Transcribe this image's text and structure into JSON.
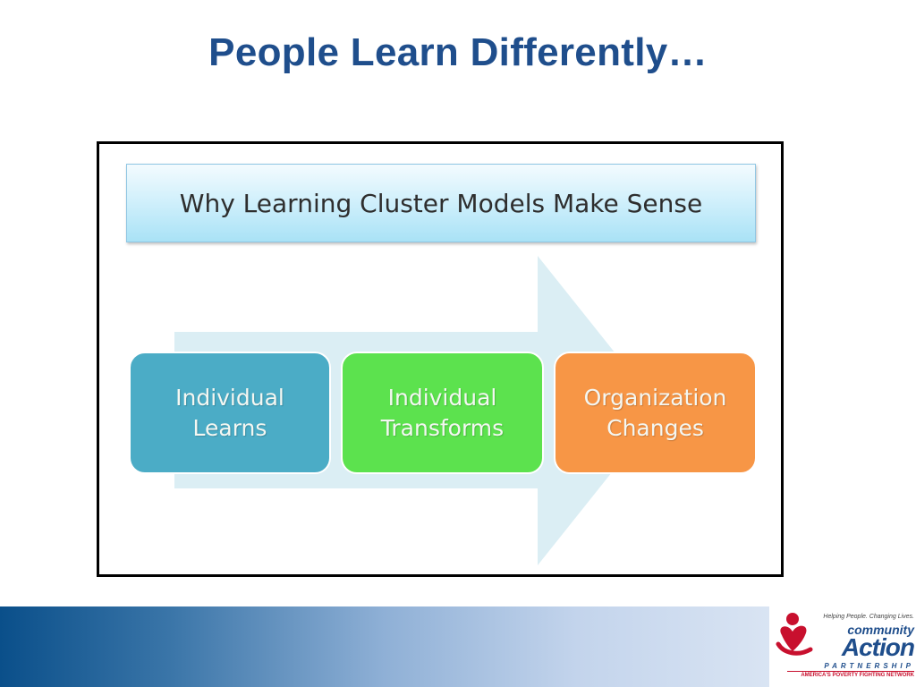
{
  "slide": {
    "title": "People Learn Differently…"
  },
  "diagram": {
    "banner_text": "Why Learning Cluster Models Make Sense",
    "steps": [
      {
        "label": "Individual Learns",
        "color": "#4bacc6"
      },
      {
        "label": "Individual Transforms",
        "color": "#5ce24e"
      },
      {
        "label": "Organization Changes",
        "color": "#f79646"
      }
    ],
    "arrow_color": "#dbeef4"
  },
  "logo": {
    "tagline": "Helping People. Changing Lives.",
    "word_top": "community",
    "word_main": "Action",
    "word_sub": "PARTNERSHIP",
    "network": "AMERICA'S POVERTY FIGHTING NETWORK",
    "brand_red": "#c8102e",
    "brand_blue": "#1f4e8c"
  }
}
